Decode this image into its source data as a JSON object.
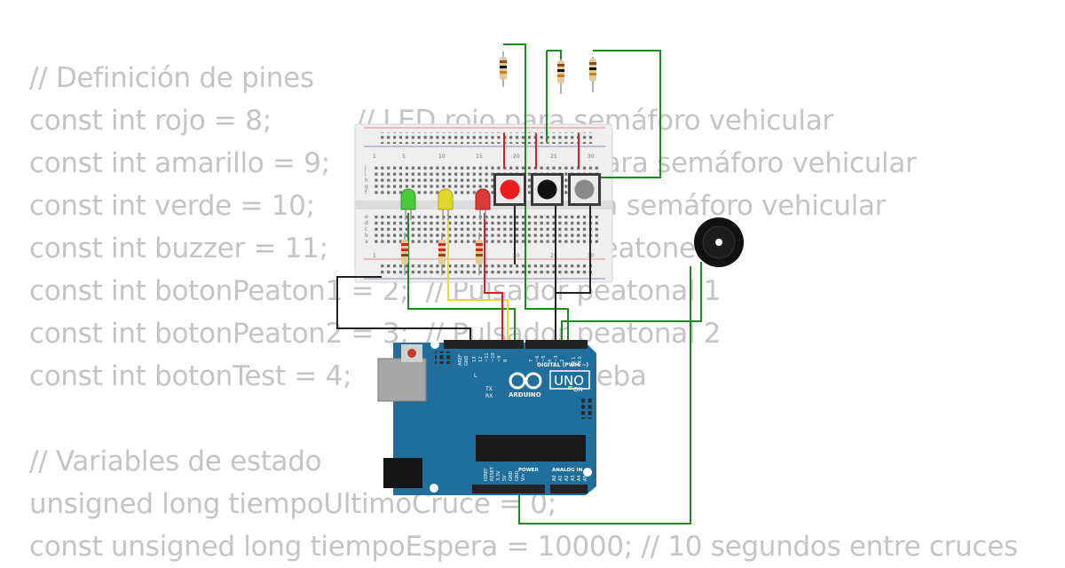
{
  "code": {
    "lines": [
      "// Definición de pines",
      "const int rojo = 8;          // LED rojo para semáforo vehicular",
      "const int amarillo = 9;      // LED amarillo para semáforo vehicular",
      "const int verde = 10;        // LED verde para semáforo vehicular",
      "const int buzzer = 11;       // Buzzer para peatones",
      "const int botonPeaton1 = 2;  // Pulsador peatonal 1",
      "const int botonPeaton2 = 3;  // Pulsador peatonal 2",
      "const int botonTest = 4;     // Botón de prueba",
      "",
      "// Variables de estado",
      "unsigned long tiempoUltimoCruce = 0;",
      "const unsigned long tiempoEspera = 10000; // 10 segundos entre cruces"
    ]
  },
  "breadboard": {
    "column_numbers_top": [
      "1",
      "5",
      "10",
      "15",
      "20",
      "25",
      "30"
    ],
    "column_numbers_bottom": [
      "1",
      "5",
      "10",
      "15",
      "20",
      "25",
      "30"
    ],
    "row_letters_top": [
      "j",
      "i",
      "h",
      "g",
      "f"
    ],
    "row_letters_bottom": [
      "e",
      "d",
      "c",
      "b",
      "a"
    ]
  },
  "arduino": {
    "logo_text": "ARDUINO",
    "model": "UNO",
    "digital_label": "DIGITAL (PWM ~)",
    "power_label": "POWER",
    "analog_label": "ANALOG IN",
    "on_label": "ON",
    "l_label": "L",
    "tx_label": "TX",
    "rx_label": "RX",
    "aref_label": "AREF",
    "gnd_label": "GND",
    "digital_pins": [
      "13",
      "12",
      "~11",
      "~10",
      "~9",
      "8",
      "7",
      "~6",
      "~5",
      "4",
      "~3",
      "2",
      "TX 1",
      "RX 0"
    ],
    "power_pins": [
      "IOREF",
      "RESET",
      "3.3V",
      "5V",
      "GND",
      "GND",
      "Vin"
    ],
    "analog_pins": [
      "A0",
      "A1",
      "A2",
      "A3",
      "A4",
      "A5"
    ]
  },
  "colors": {
    "wire_green": "#1e8a1e",
    "wire_black": "#222222",
    "wire_red": "#d22222",
    "wire_yellow": "#e8d830",
    "board_blue": "#1f6e9c",
    "led_green": "#48c83a",
    "led_yellow": "#e0d82a",
    "led_red": "#d83a3a"
  }
}
